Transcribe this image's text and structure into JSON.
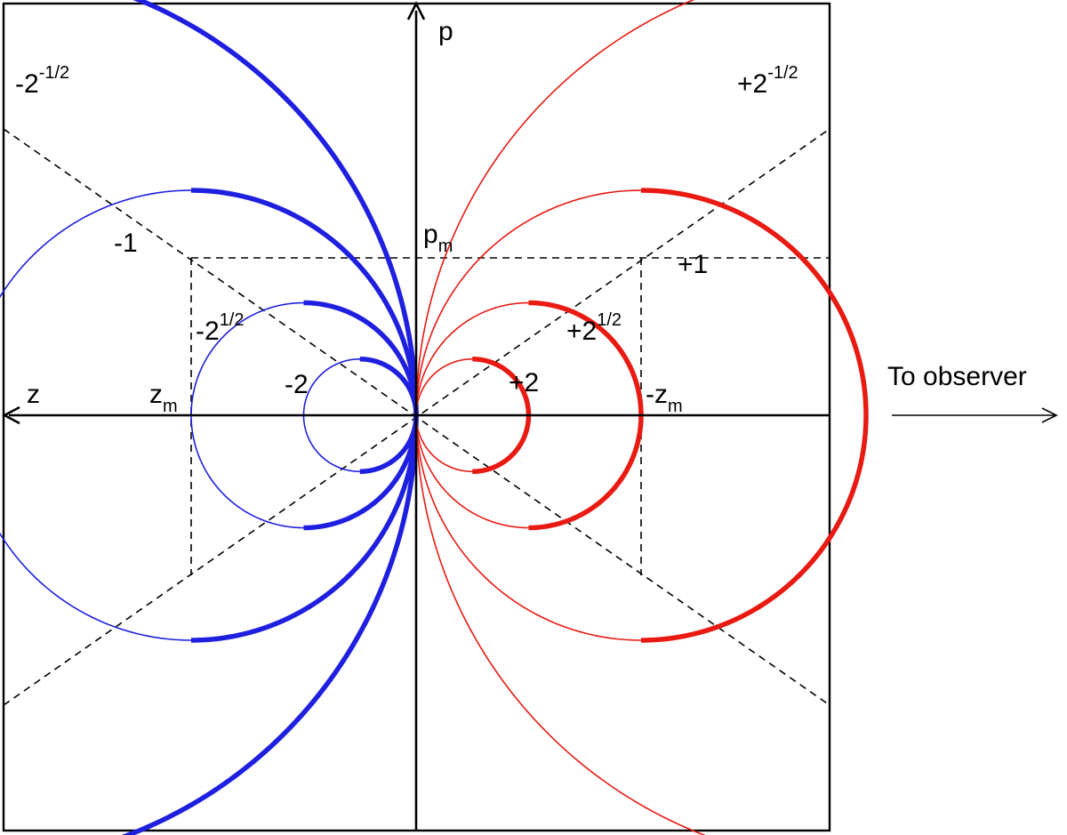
{
  "axes": {
    "vertical_label": "p",
    "horizontal_label": "z",
    "observer_label": "To observer"
  },
  "markers": {
    "z_m": {
      "base": "z",
      "sub": "m"
    },
    "neg_z_m": {
      "base": "-z",
      "sub": "m"
    },
    "p_m": {
      "base": "p",
      "sub": "m"
    }
  },
  "colors": {
    "blue": "#1f1fe0",
    "red": "#e81a12",
    "axis": "#000000",
    "guide": "#000000"
  },
  "blue_contours": [
    {
      "name": "c-neg-half",
      "value_label": "-2",
      "exponent": "-1/2",
      "k": 2,
      "thick": "full"
    },
    {
      "name": "c-neg-one",
      "value_label": "-1",
      "exponent": "",
      "k": 1,
      "thick": "partial"
    },
    {
      "name": "c-neg-root2",
      "value_label": "-2",
      "exponent": "1/2",
      "k": 0.5,
      "thick": "partial"
    },
    {
      "name": "c-neg-two",
      "value_label": "-2",
      "exponent": "",
      "k": 0.25,
      "thick": "partial"
    }
  ],
  "red_contours": [
    {
      "name": "c-pos-half",
      "value_label": "+2",
      "exponent": "-1/2",
      "k": 2,
      "thick": "none"
    },
    {
      "name": "c-pos-one",
      "value_label": "+1",
      "exponent": "",
      "k": 1,
      "thick": "partial"
    },
    {
      "name": "c-pos-root2",
      "value_label": "+2",
      "exponent": "1/2",
      "k": 0.5,
      "thick": "partial"
    },
    {
      "name": "c-pos-two",
      "value_label": "+2",
      "exponent": "",
      "k": 0.25,
      "thick": "partial"
    }
  ]
}
